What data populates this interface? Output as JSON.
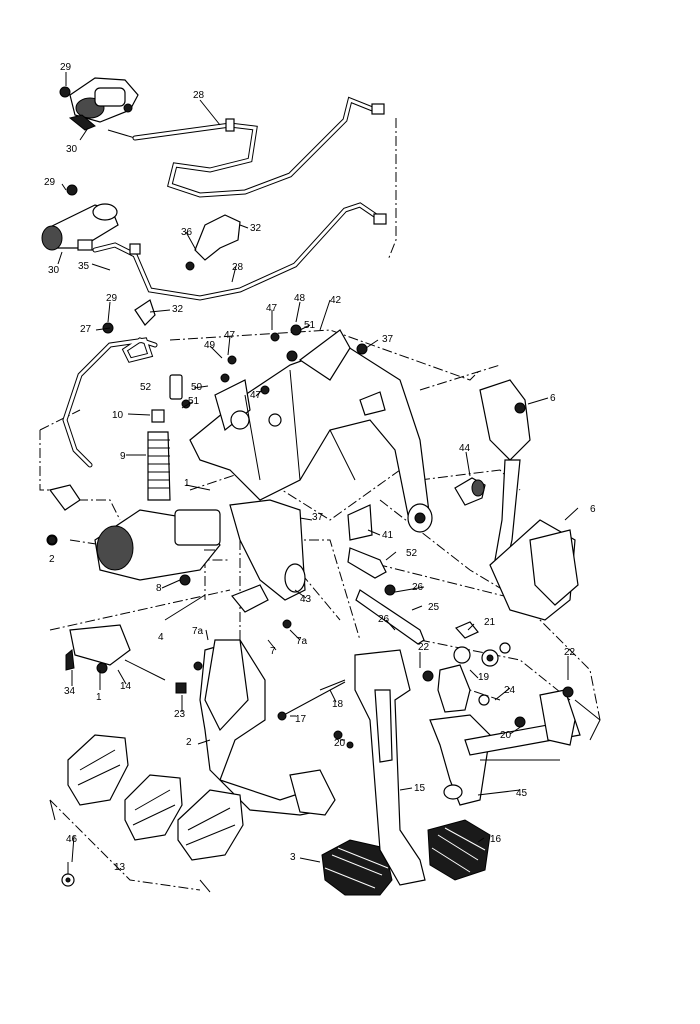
{
  "labels": [
    {
      "id": "29"
    },
    {
      "id": "30"
    },
    {
      "id": "28"
    },
    {
      "id": "29"
    },
    {
      "id": "30"
    },
    {
      "id": "35"
    },
    {
      "id": "36"
    },
    {
      "id": "32"
    },
    {
      "id": "28"
    },
    {
      "id": "29"
    },
    {
      "id": "32"
    },
    {
      "id": "27"
    },
    {
      "id": "47"
    },
    {
      "id": "48"
    },
    {
      "id": "42"
    },
    {
      "id": "51"
    },
    {
      "id": "37"
    },
    {
      "id": "47"
    },
    {
      "id": "49"
    },
    {
      "id": "50"
    },
    {
      "id": "52"
    },
    {
      "id": "51"
    },
    {
      "id": "47"
    },
    {
      "id": "10"
    },
    {
      "id": "6"
    },
    {
      "id": "9"
    },
    {
      "id": "44"
    },
    {
      "id": "1"
    },
    {
      "id": "37"
    },
    {
      "id": "6"
    },
    {
      "id": "41"
    },
    {
      "id": "2"
    },
    {
      "id": "52"
    },
    {
      "id": "26"
    },
    {
      "id": "8"
    },
    {
      "id": "25"
    },
    {
      "id": "4"
    },
    {
      "id": "43"
    },
    {
      "id": "7a"
    },
    {
      "id": "26"
    },
    {
      "id": "21"
    },
    {
      "id": "7a"
    },
    {
      "id": "7"
    },
    {
      "id": "22"
    },
    {
      "id": "22"
    },
    {
      "id": "34"
    },
    {
      "id": "1"
    },
    {
      "id": "14"
    },
    {
      "id": "19"
    },
    {
      "id": "23"
    },
    {
      "id": "18"
    },
    {
      "id": "24"
    },
    {
      "id": "17"
    },
    {
      "id": "20"
    },
    {
      "id": "20"
    },
    {
      "id": "2"
    },
    {
      "id": "15"
    },
    {
      "id": "45"
    },
    {
      "id": "16"
    },
    {
      "id": "46"
    },
    {
      "id": "13"
    },
    {
      "id": "3"
    }
  ]
}
